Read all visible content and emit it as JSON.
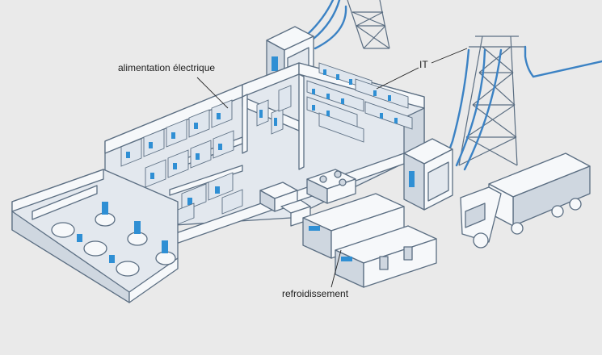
{
  "diagram": {
    "labels": {
      "power": "alimentation électrique",
      "it": "IT",
      "cooling": "refroidissement"
    },
    "colors": {
      "background": "#eaeaea",
      "outline": "#5b6e82",
      "wall": "#f4f6f8",
      "floor": "#e4e8ed",
      "accent": "#2f8fd4",
      "cable": "#3b82c4",
      "rack": "#dfe5ec"
    },
    "elements": [
      "power-line-tower-left",
      "power-line-tower-right",
      "transformer-booth-top",
      "transformer-booth-right",
      "data-center-building",
      "generator-hall",
      "electrical-rooms",
      "it-server-hall",
      "chiller-units",
      "cooling-containers",
      "delivery-truck"
    ]
  }
}
